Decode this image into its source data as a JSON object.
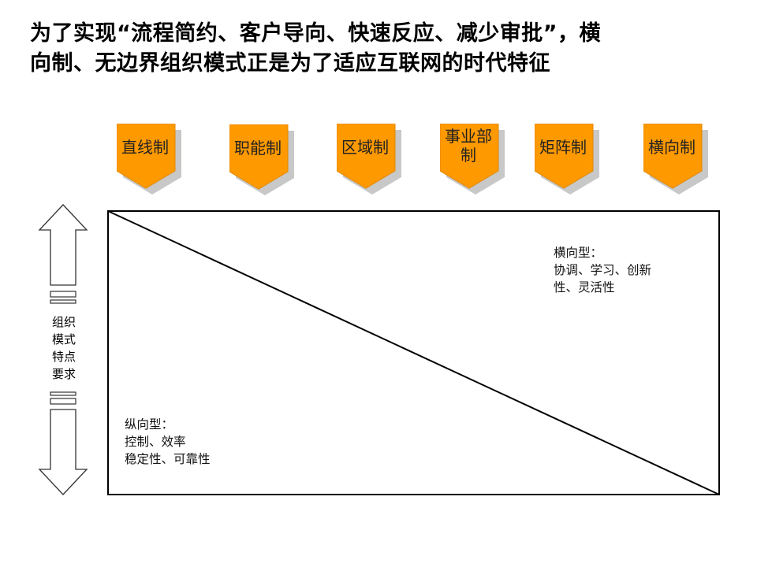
{
  "title": {
    "line1": "为了实现“流程简约、客户导向、快速反应、减少审批”，横",
    "line2": "向制、无边界组织模式正是为了适应互联网的时代特征"
  },
  "org_types": [
    {
      "line1": "直线制",
      "line2": ""
    },
    {
      "line1": "职能制",
      "line2": ""
    },
    {
      "line1": "区域制",
      "line2": ""
    },
    {
      "line1": "事业部",
      "line2": "制"
    },
    {
      "line1": "矩阵制",
      "line2": ""
    },
    {
      "line1": "横向制",
      "line2": ""
    }
  ],
  "side_label": [
    "组织",
    "模式",
    "特点",
    "要求"
  ],
  "horizontal_type": {
    "heading": "横向型：",
    "line1": "协调、学习、创新",
    "line2": "性、灵活性"
  },
  "vertical_type": {
    "heading": "纵向型：",
    "line1": "控制、效率",
    "line2": "稳定性、可靠性"
  },
  "colors": {
    "badge_fill": "#FF9900",
    "badge_shadow": "#C8C8C8",
    "line": "#000000"
  },
  "icons": [
    "double-headed-vertical-arrow-icon"
  ]
}
